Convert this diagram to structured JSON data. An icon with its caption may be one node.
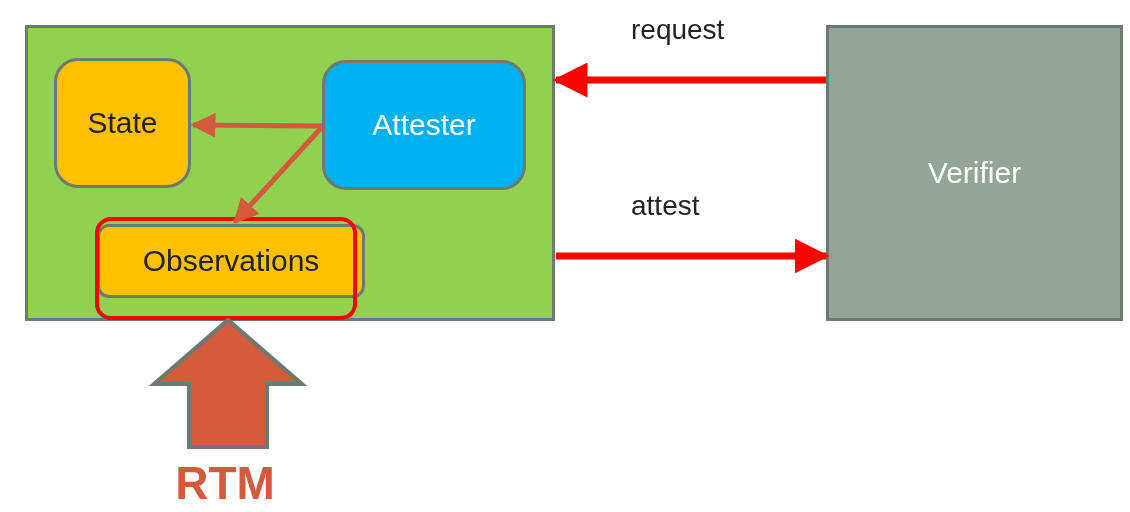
{
  "diagram": {
    "nodes": [
      {
        "text": [],
        "shape": "box"
      },
      {
        "text": [
          "State"
        ],
        "in": 0
      },
      {
        "text": [
          "Attester"
        ],
        "in": 0
      },
      {
        "text": [
          "Observations"
        ],
        "in": 0
      },
      {
        "text": [
          "Verifier"
        ]
      },
      {
        "text": [
          "RTM"
        ]
      }
    ],
    "edges": [
      {
        "from": 2,
        "to": 1,
        "arrow": "to",
        "color": "#d35a3c"
      },
      {
        "from": 2,
        "to": 3,
        "arrow": "to",
        "color": "#d35a3c"
      },
      {
        "from": 4,
        "to": 0,
        "arrow": "to",
        "label": "request",
        "color": "#ff0000"
      },
      {
        "from": 0,
        "to": 4,
        "arrow": "to",
        "label": "attest",
        "color": "#ff0000"
      },
      {
        "from": 5,
        "to": 3,
        "arrow": "to",
        "style": "thick",
        "color": "#d35a3c"
      }
    ]
  }
}
